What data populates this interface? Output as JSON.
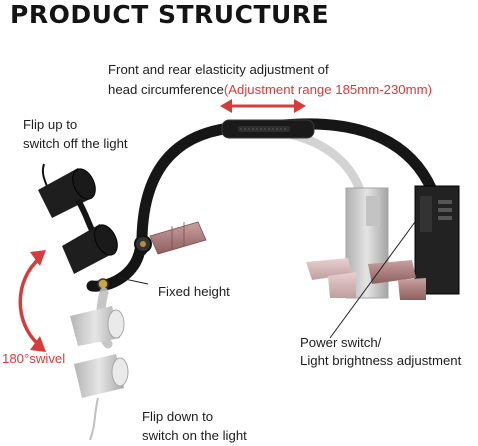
{
  "title": "PRODUCT STRUCTURE",
  "callouts": {
    "elasticity_line1": "Front and rear elasticity adjustment of",
    "elasticity_line2": "head circumference",
    "elasticity_range": "(Adjustment range 185mm-230mm)",
    "flip_up_line1": "Flip up to",
    "flip_up_line2": "switch off the light",
    "fixed_height": "Fixed height",
    "swivel": "180°swivel",
    "power_line1": "Power switch/",
    "power_line2": "Light brightness adjustment",
    "flip_down_line1": "Flip down to",
    "flip_down_line2": "switch on the light"
  },
  "colors": {
    "accent_red": "#d63c3c",
    "frame_black": "#161616",
    "ghost_gray": "#c9c9c9",
    "pad_pink": "#b98a8a"
  }
}
